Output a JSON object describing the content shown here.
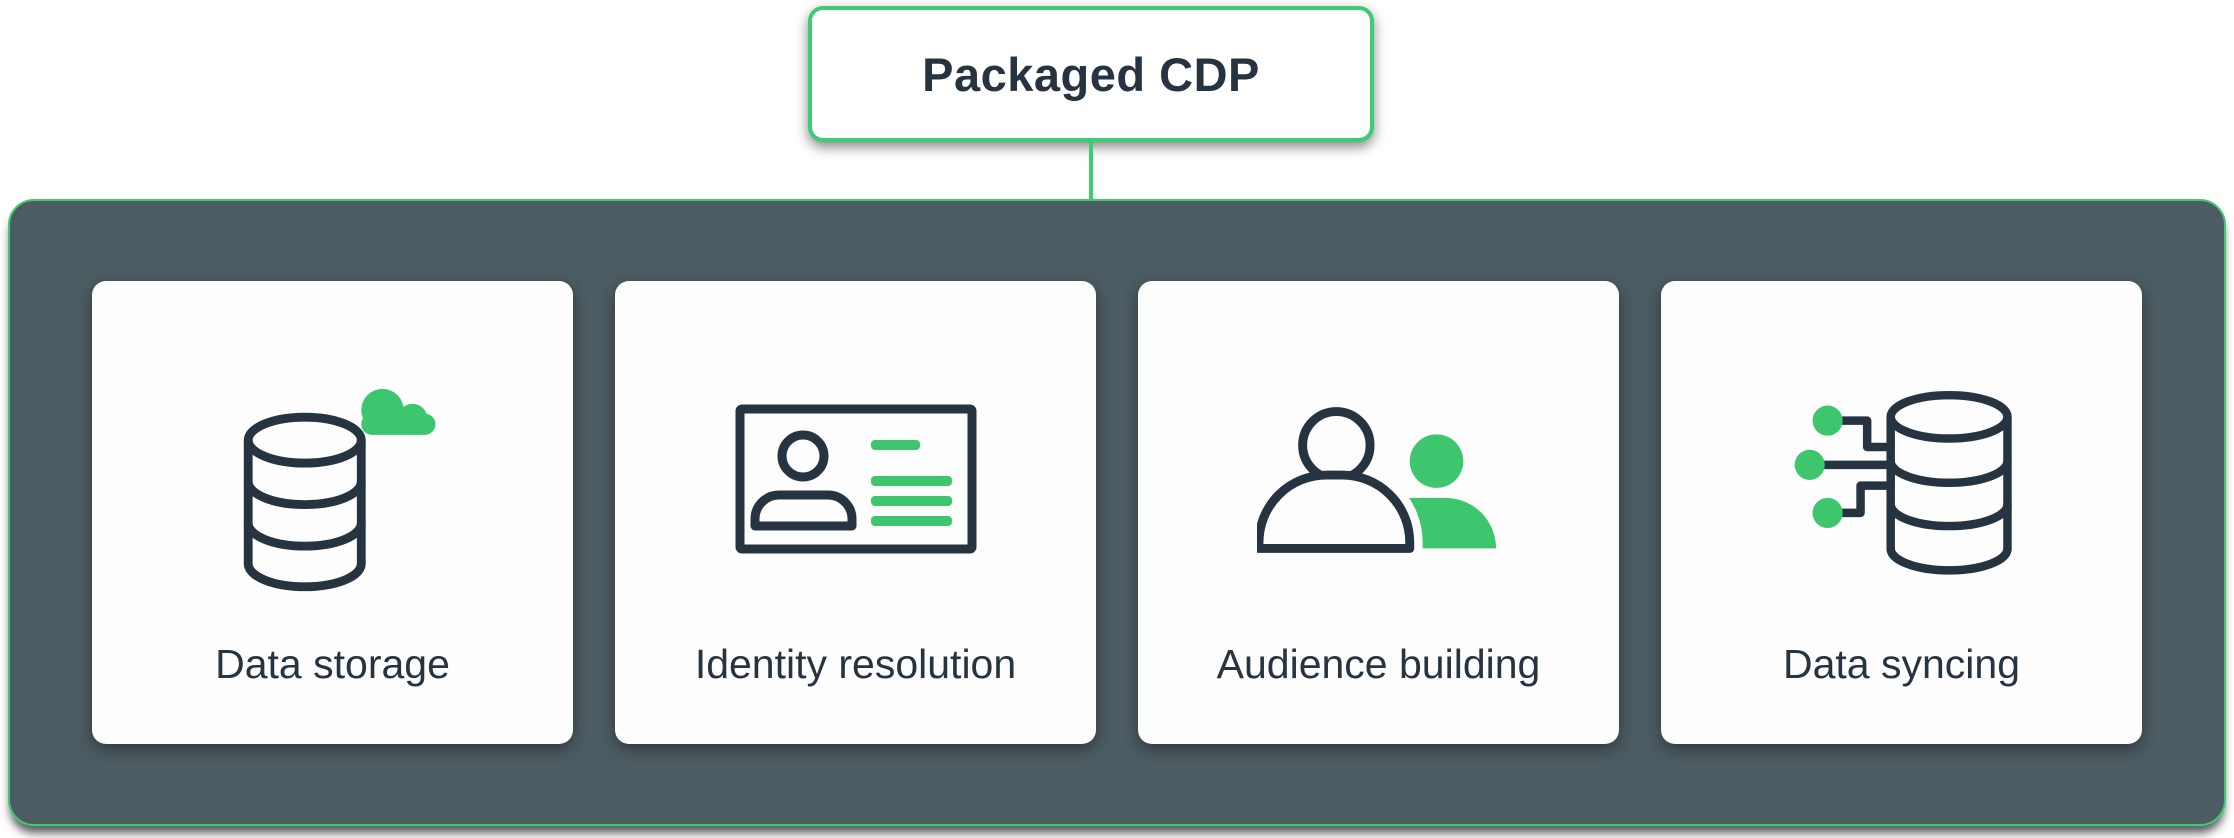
{
  "colors": {
    "accent_green": "#3ECB71",
    "icon_green": "#3DC66E",
    "container_bg": "#4D5C62",
    "ink": "#263340",
    "card_bg": "#FDFDFD"
  },
  "header": {
    "title": "Packaged CDP"
  },
  "cards": [
    {
      "label": "Data storage",
      "icon": "database-cloud-icon"
    },
    {
      "label": "Identity resolution",
      "icon": "id-card-icon"
    },
    {
      "label": "Audience building",
      "icon": "audience-icon"
    },
    {
      "label": "Data syncing",
      "icon": "database-sync-icon"
    }
  ]
}
